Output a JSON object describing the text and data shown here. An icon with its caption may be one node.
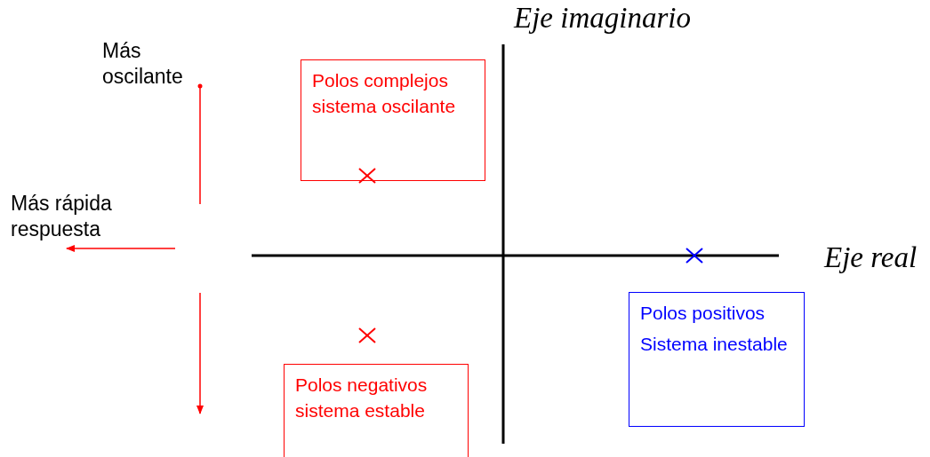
{
  "diagram": {
    "nodes": [
      {
        "text": [
          "Polos complejos sistema oscilante"
        ]
      },
      {
        "text": [
          "Polos negativos sistema estable"
        ]
      },
      {
        "text": [
          "Polos positivos",
          "Sistema inestable"
        ]
      }
    ],
    "labels": [
      "Eje imaginario",
      "Más oscilante",
      "Más rápida respuesta",
      "Eje real"
    ]
  }
}
